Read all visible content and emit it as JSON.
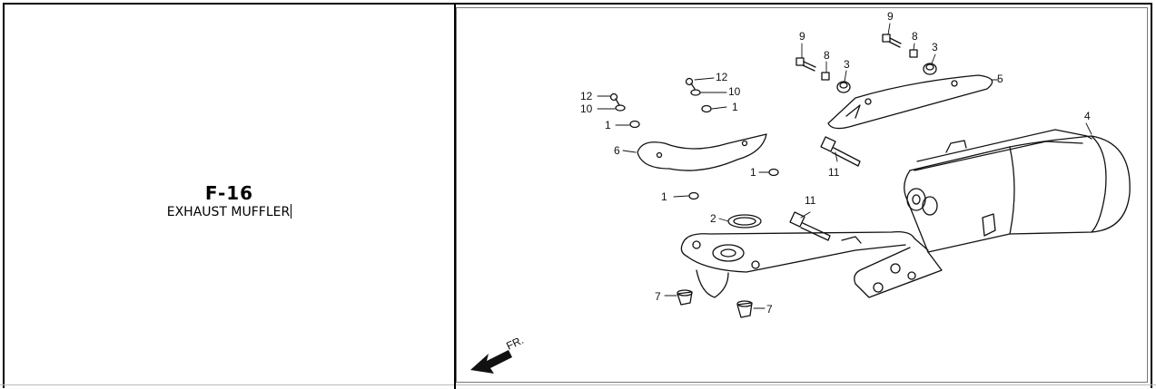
{
  "section": {
    "code": "F-16",
    "title": "EXHAUST MUFFLER"
  },
  "diagram": {
    "direction_label": "FR.",
    "callouts": [
      "9",
      "8",
      "3",
      "9",
      "8",
      "3",
      "5",
      "4",
      "12",
      "10",
      "12",
      "10",
      "1",
      "1",
      "6",
      "1",
      "1",
      "11",
      "2",
      "11",
      "7",
      "7"
    ]
  }
}
